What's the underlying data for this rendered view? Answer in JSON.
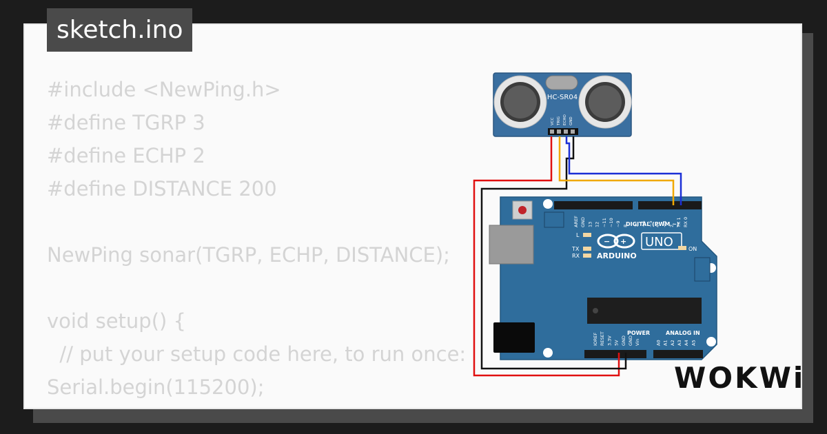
{
  "file_tab": {
    "label": "sketch.ino"
  },
  "code": {
    "lines": [
      "#include <NewPing.h>",
      "#define TGRP 3",
      "#define ECHP 2",
      "#define DISTANCE 200",
      "",
      "NewPing sonar(TGRP, ECHP, DISTANCE);",
      "",
      "void setup() {",
      "  // put your setup code here, to run once:",
      "Serial.begin(115200);",
      "}"
    ]
  },
  "sensor": {
    "label": "HC-SR04",
    "pins": [
      "VCC",
      "TRIG",
      "ECHO",
      "GND"
    ]
  },
  "arduino": {
    "brand": "ARDUINO",
    "model": "UNO",
    "digital_header": "DIGITAL (PWM ~)",
    "power_header": "POWER",
    "analog_header": "ANALOG IN",
    "led_l": "L",
    "led_tx": "TX",
    "led_rx": "RX",
    "led_on": "ON",
    "top_pins": [
      "AREF",
      "GND",
      "13",
      "12",
      "~11",
      "~10",
      "~9",
      "8",
      "7",
      "~6",
      "~5",
      "4",
      "~3",
      "2",
      "TX 1",
      "RX 0"
    ],
    "bottom_pins": [
      "IOREF",
      "RESET",
      "3.3V",
      "5V",
      "GND",
      "GND",
      "Vin",
      "A0",
      "A1",
      "A2",
      "A3",
      "A4",
      "A5"
    ]
  },
  "wires": {
    "colors": {
      "vcc": "#e01010",
      "gnd": "#111111",
      "trig": "#f0a800",
      "echo": "#1b2fd6"
    }
  },
  "branding": {
    "logo": "WOKWi"
  }
}
